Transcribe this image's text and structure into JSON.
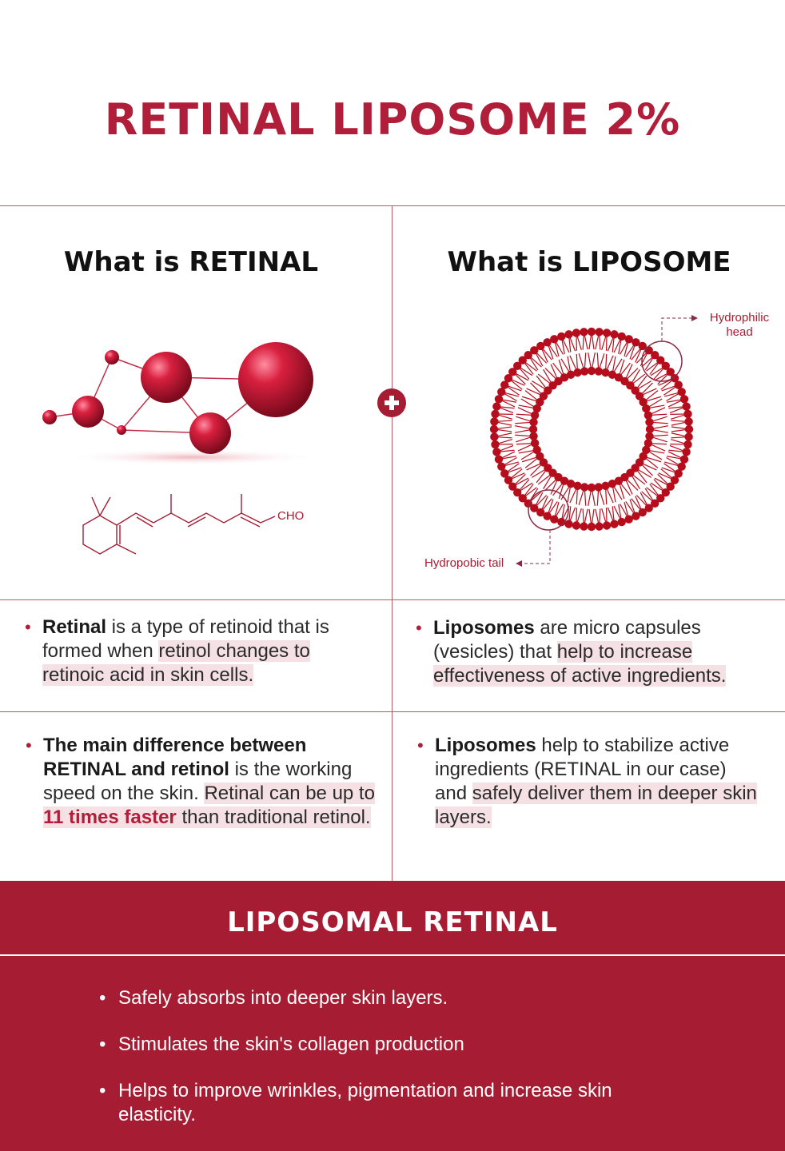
{
  "title": "RETINAL LIPOSOME 2%",
  "left": {
    "heading": "What is RETINAL",
    "formula_label": "CHO",
    "p1": {
      "bold": "Retinal",
      "t1": " is a type of retinoid that is formed when ",
      "hl": "retinol changes to retinoic acid in skin cells."
    },
    "p2": {
      "bold": "The main difference between RETINAL and retinol",
      "t1": "  is the working speed  on the skin. ",
      "hl1": "Retinal can be up to ",
      "red": "11 times faster",
      "hl2": " than traditional retinol."
    }
  },
  "right": {
    "heading": "What is LIPOSOME",
    "label_head": "Hydrophilic head",
    "label_tail": "Hydropobic tail",
    "p1": {
      "bold": "Liposomes",
      "t1": " are micro capsules (vesicles) that ",
      "hl": "help to increase effectiveness of active ingredients."
    },
    "p2": {
      "bold": "Liposomes",
      "t1": " help to stabilize active ingredients (RETINAL in our case) and ",
      "hl": "safely deliver them in deeper skin layers."
    }
  },
  "banner": {
    "title": "LIPOSOMAL RETINAL",
    "items": [
      "Safely absorbs into deeper skin layers.",
      "Stimulates the skin's collagen production",
      "Helps to improve wrinkles, pigmentation and increase skin elasticity."
    ]
  },
  "colors": {
    "brand": "#a51c33",
    "highlight": "#f5e1e4"
  }
}
